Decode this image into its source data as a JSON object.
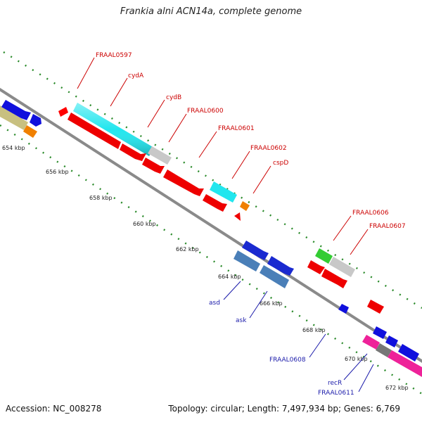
{
  "title": "Frankia alni ACN14a, complete genome",
  "footer": {
    "accession": "Accession: NC_008278",
    "topology": "Topology: circular; Length: 7,497,934 bp; Genes: 6,769"
  },
  "colors": {
    "backbone": "#8a8a8a",
    "ticks": "#2a8a2a",
    "forward_label": "#cc0000",
    "reverse_label": "#1a1aaa"
  },
  "kbp_labels": [
    "654 kbp",
    "656 kbp",
    "658 kbp",
    "660 kbp",
    "662 kbp",
    "664 kbp",
    "666 kbp",
    "668 kbp",
    "670 kbp",
    "672 kbp"
  ],
  "forward_genes": [
    "FRAAL0597",
    "cydA",
    "cydB",
    "FRAAL0600",
    "FRAAL0601",
    "FRAAL0602",
    "cspD",
    "FRAAL0606",
    "FRAAL0607"
  ],
  "reverse_genes": [
    "asd",
    "ask",
    "FRAAL0608",
    "recR",
    "FRAAL0611"
  ]
}
